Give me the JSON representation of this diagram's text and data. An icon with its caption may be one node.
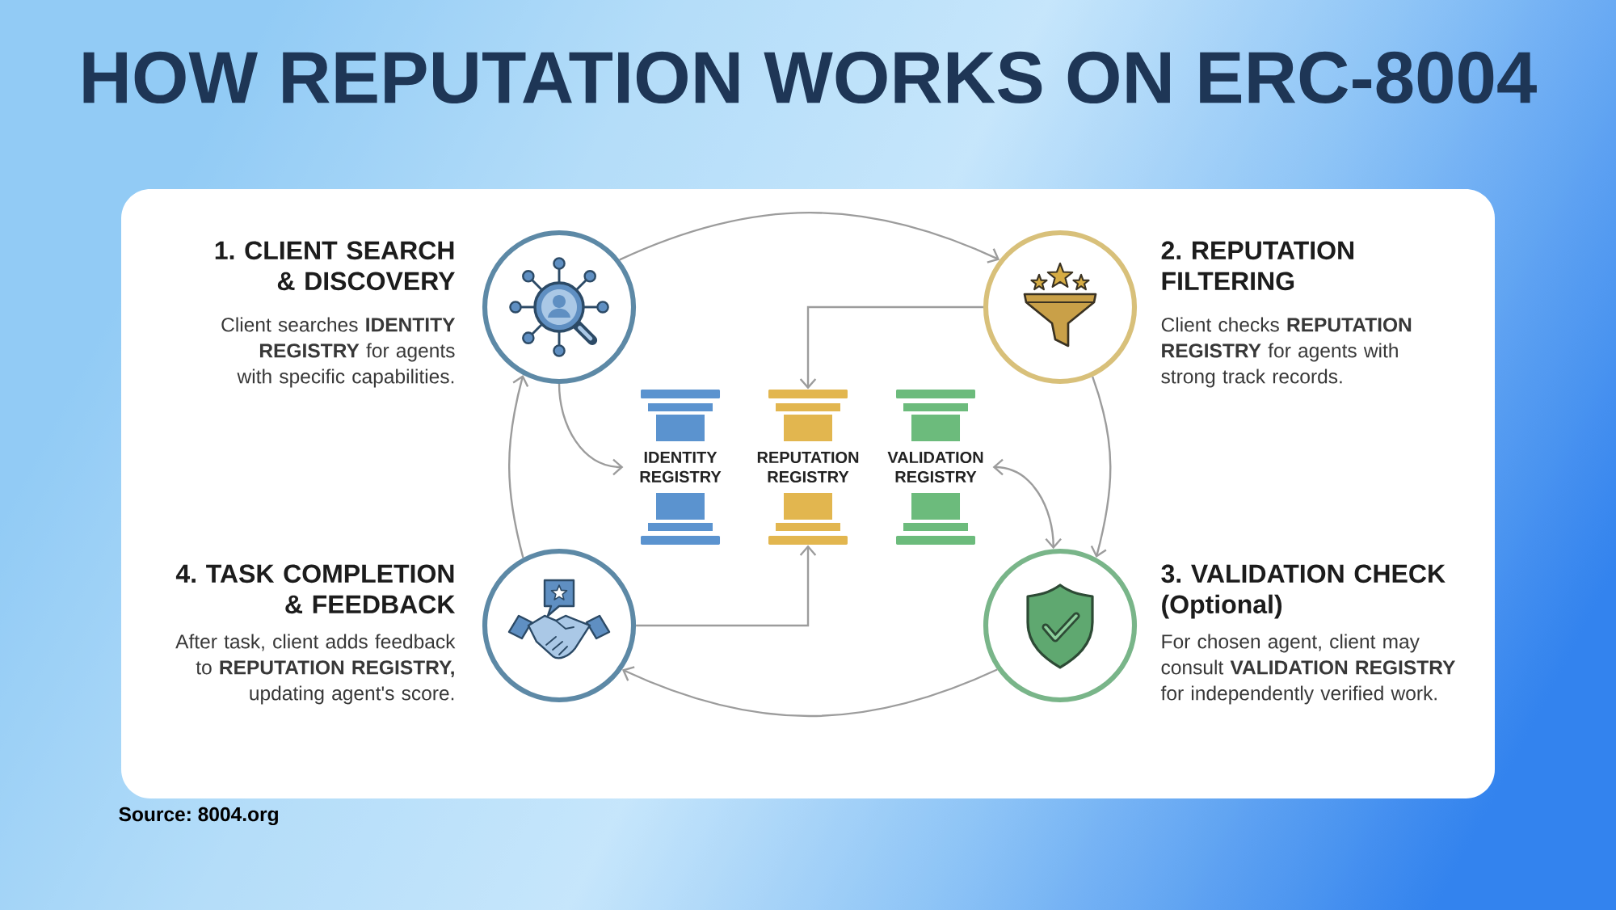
{
  "diagram": {
    "title": "HOW REPUTATION WORKS ON ERC-8004",
    "nodes": [
      {
        "text": [
          "1. CLIENT SEARCH & DISCOVERY",
          "Client searches **IDENTITY REGISTRY** for agents with specific capabilities."
        ]
      },
      {
        "text": [
          "2. REPUTATION FILTERING",
          "Client checks **REPUTATION REGISTRY** for agents with strong track records."
        ]
      },
      {
        "text": [
          "IDENTITY REGISTRY"
        ]
      },
      {
        "text": [
          "REPUTATION REGISTRY"
        ]
      },
      {
        "text": [
          "VALIDATION REGISTRY"
        ]
      },
      {
        "text": [
          "4. TASK COMPLETION & FEEDBACK",
          "After task, client adds feedback to **REPUTATION REGISTRY,** updating agent's score."
        ]
      },
      {
        "text": [
          "3. VALIDATION CHECK (Optional)",
          "For chosen agent, client may consult **VALIDATION REGISTRY** for independently verified work."
        ]
      }
    ],
    "edges": [
      {
        "from": 0,
        "to": 1,
        "arrow": "to"
      },
      {
        "from": 1,
        "to": 6,
        "arrow": "to"
      },
      {
        "from": 6,
        "to": 5,
        "arrow": "to"
      },
      {
        "from": 5,
        "to": 0,
        "arrow": "to"
      },
      {
        "from": 0,
        "to": 2,
        "arrow": "to"
      },
      {
        "from": 1,
        "to": 3,
        "arrow": "to"
      },
      {
        "from": 5,
        "to": 3,
        "arrow": "to"
      },
      {
        "from": 4,
        "to": 6,
        "arrow": "both"
      }
    ],
    "labels": [
      "Source: 8004.org"
    ]
  }
}
